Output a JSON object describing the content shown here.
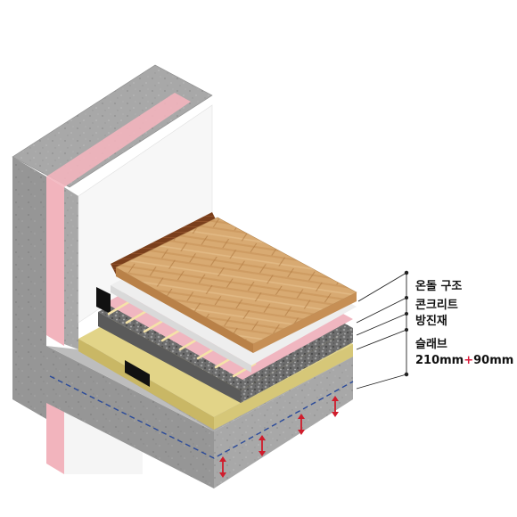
{
  "labels": {
    "ondol": "온돌 구조",
    "concrete": "콘크리트",
    "anti_vibration": "방진재",
    "slab": "슬래브",
    "slab_thickness_a": "210mm",
    "slab_thickness_sep": "+",
    "slab_thickness_b": "90mm"
  },
  "colors": {
    "concrete": "#a9a9a9",
    "insulation_pink": "#f2b4bd",
    "wood_floor": "#d4a46b",
    "yellow_board": "#d8c878",
    "arrow_red": "#d01c2c",
    "dashed_blue": "#2a4a9a"
  }
}
